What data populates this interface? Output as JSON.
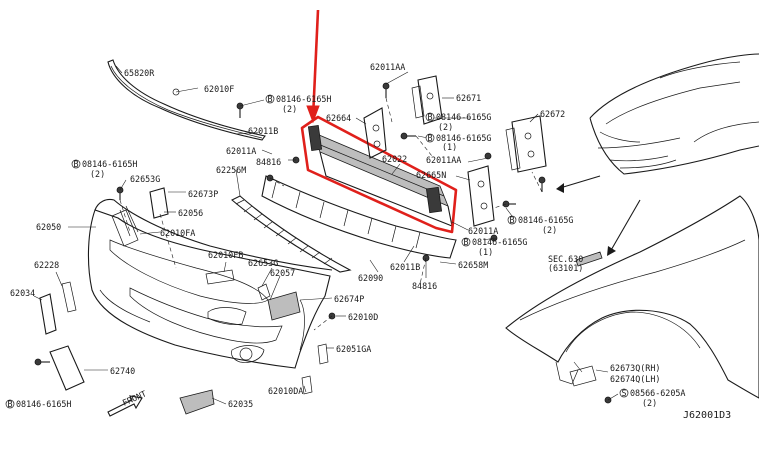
{
  "labels": {
    "p65820R": "65820R",
    "p62010F": "62010F",
    "p08146_6165H_a": "08146-6165H",
    "p08146_6165H_a_qty": "(2)",
    "p62011B_a": "62011B",
    "p62011A_a": "62011A",
    "p84816_a": "84816",
    "p62256M": "62256M",
    "p08146_6165H_b": "08146-6165H",
    "p08146_6165H_b_qty": "(2)",
    "p62653G_a": "62653G",
    "p62673P": "62673P",
    "p62056": "62056",
    "p62050": "62050",
    "p62010FA": "62010FA",
    "p62010FB": "62010FB",
    "p62653G_b": "62653G",
    "p62057": "62057",
    "p62228": "62228",
    "p62034": "62034",
    "p62674P": "62674P",
    "p62010D": "62010D",
    "p62740": "62740",
    "p62051GA": "62051GA",
    "p62010DA": "62010DA",
    "p08146_6165H_c": "08146-6165H",
    "front": "FRONT",
    "p62035": "62035",
    "p62011AA_a": "62011AA",
    "p62671": "62671",
    "p62664": "62664",
    "p08146_6165G_a": "08146-6165G",
    "p08146_6165G_a_qty": "(2)",
    "p08146_6165G_b": "08146-6165G",
    "p08146_6165G_b_qty": "(1)",
    "p62672": "62672",
    "p62022": "62022",
    "p62011AA_b": "62011AA",
    "p62665N": "62665N",
    "p62011A_b": "62011A",
    "p08146_6165G_c": "08146-6165G",
    "p08146_6165G_c_qty": "(2)",
    "p08146_6165G_d": "08146-6165G",
    "p08146_6165G_d_qty": "(1)",
    "p62090": "62090",
    "p62011B_b": "62011B",
    "p62658M": "62658M",
    "p84816_b": "84816",
    "sec630": "SEC.630",
    "p63101": "(63101)",
    "p62673Q": "62673Q(RH)",
    "p62674Q": "62674Q(LH)",
    "p08566_6205A": "08566-6205A",
    "p08566_6205A_qty": "(2)",
    "diagram_id": "J62001D3",
    "bolt_b": "B",
    "bolt_s": "S"
  },
  "colors": {
    "highlight": "#e0201b",
    "line": "#1a1a1a",
    "background": "#ffffff"
  }
}
